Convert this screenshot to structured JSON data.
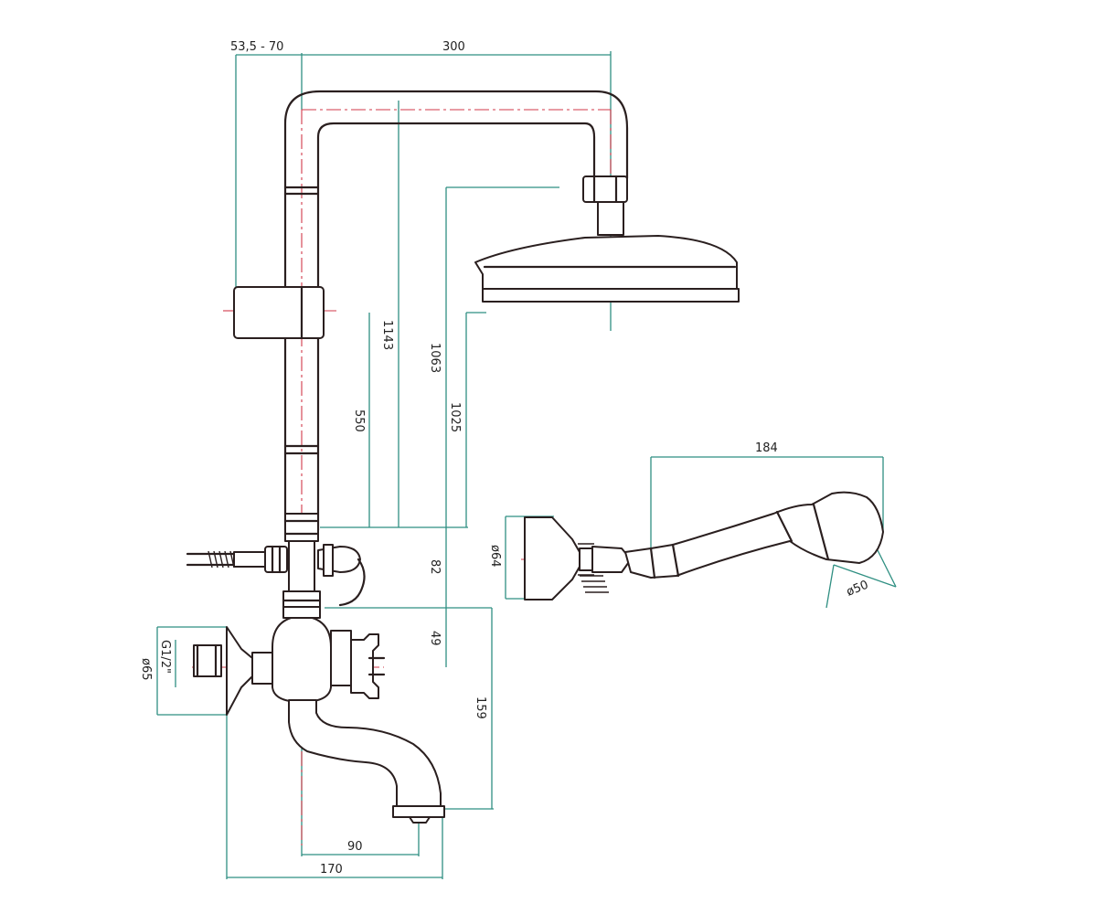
{
  "colors": {
    "outline": "#2a1f1f",
    "centerline": "#d23a4a",
    "dimension": "#2f8f82",
    "text": "#222222",
    "background": "#ffffff"
  },
  "dimensions": {
    "wall_offset": "53,5 - 70",
    "arm_reach": "300",
    "height_slider_top": "1143",
    "height_head_pipe": "1063",
    "height_head_face": "1025",
    "slider_range": "550",
    "riser_to_connector": "82",
    "connector_to_valve": "49",
    "valve_to_spout": "159",
    "spout_reach": "90",
    "body_depth": "170",
    "flange_diameter": "ø65",
    "thread_size": "G1/2\"",
    "handshower_length": "184",
    "handshower_flange": "ø64",
    "handshower_head": "ø50"
  }
}
